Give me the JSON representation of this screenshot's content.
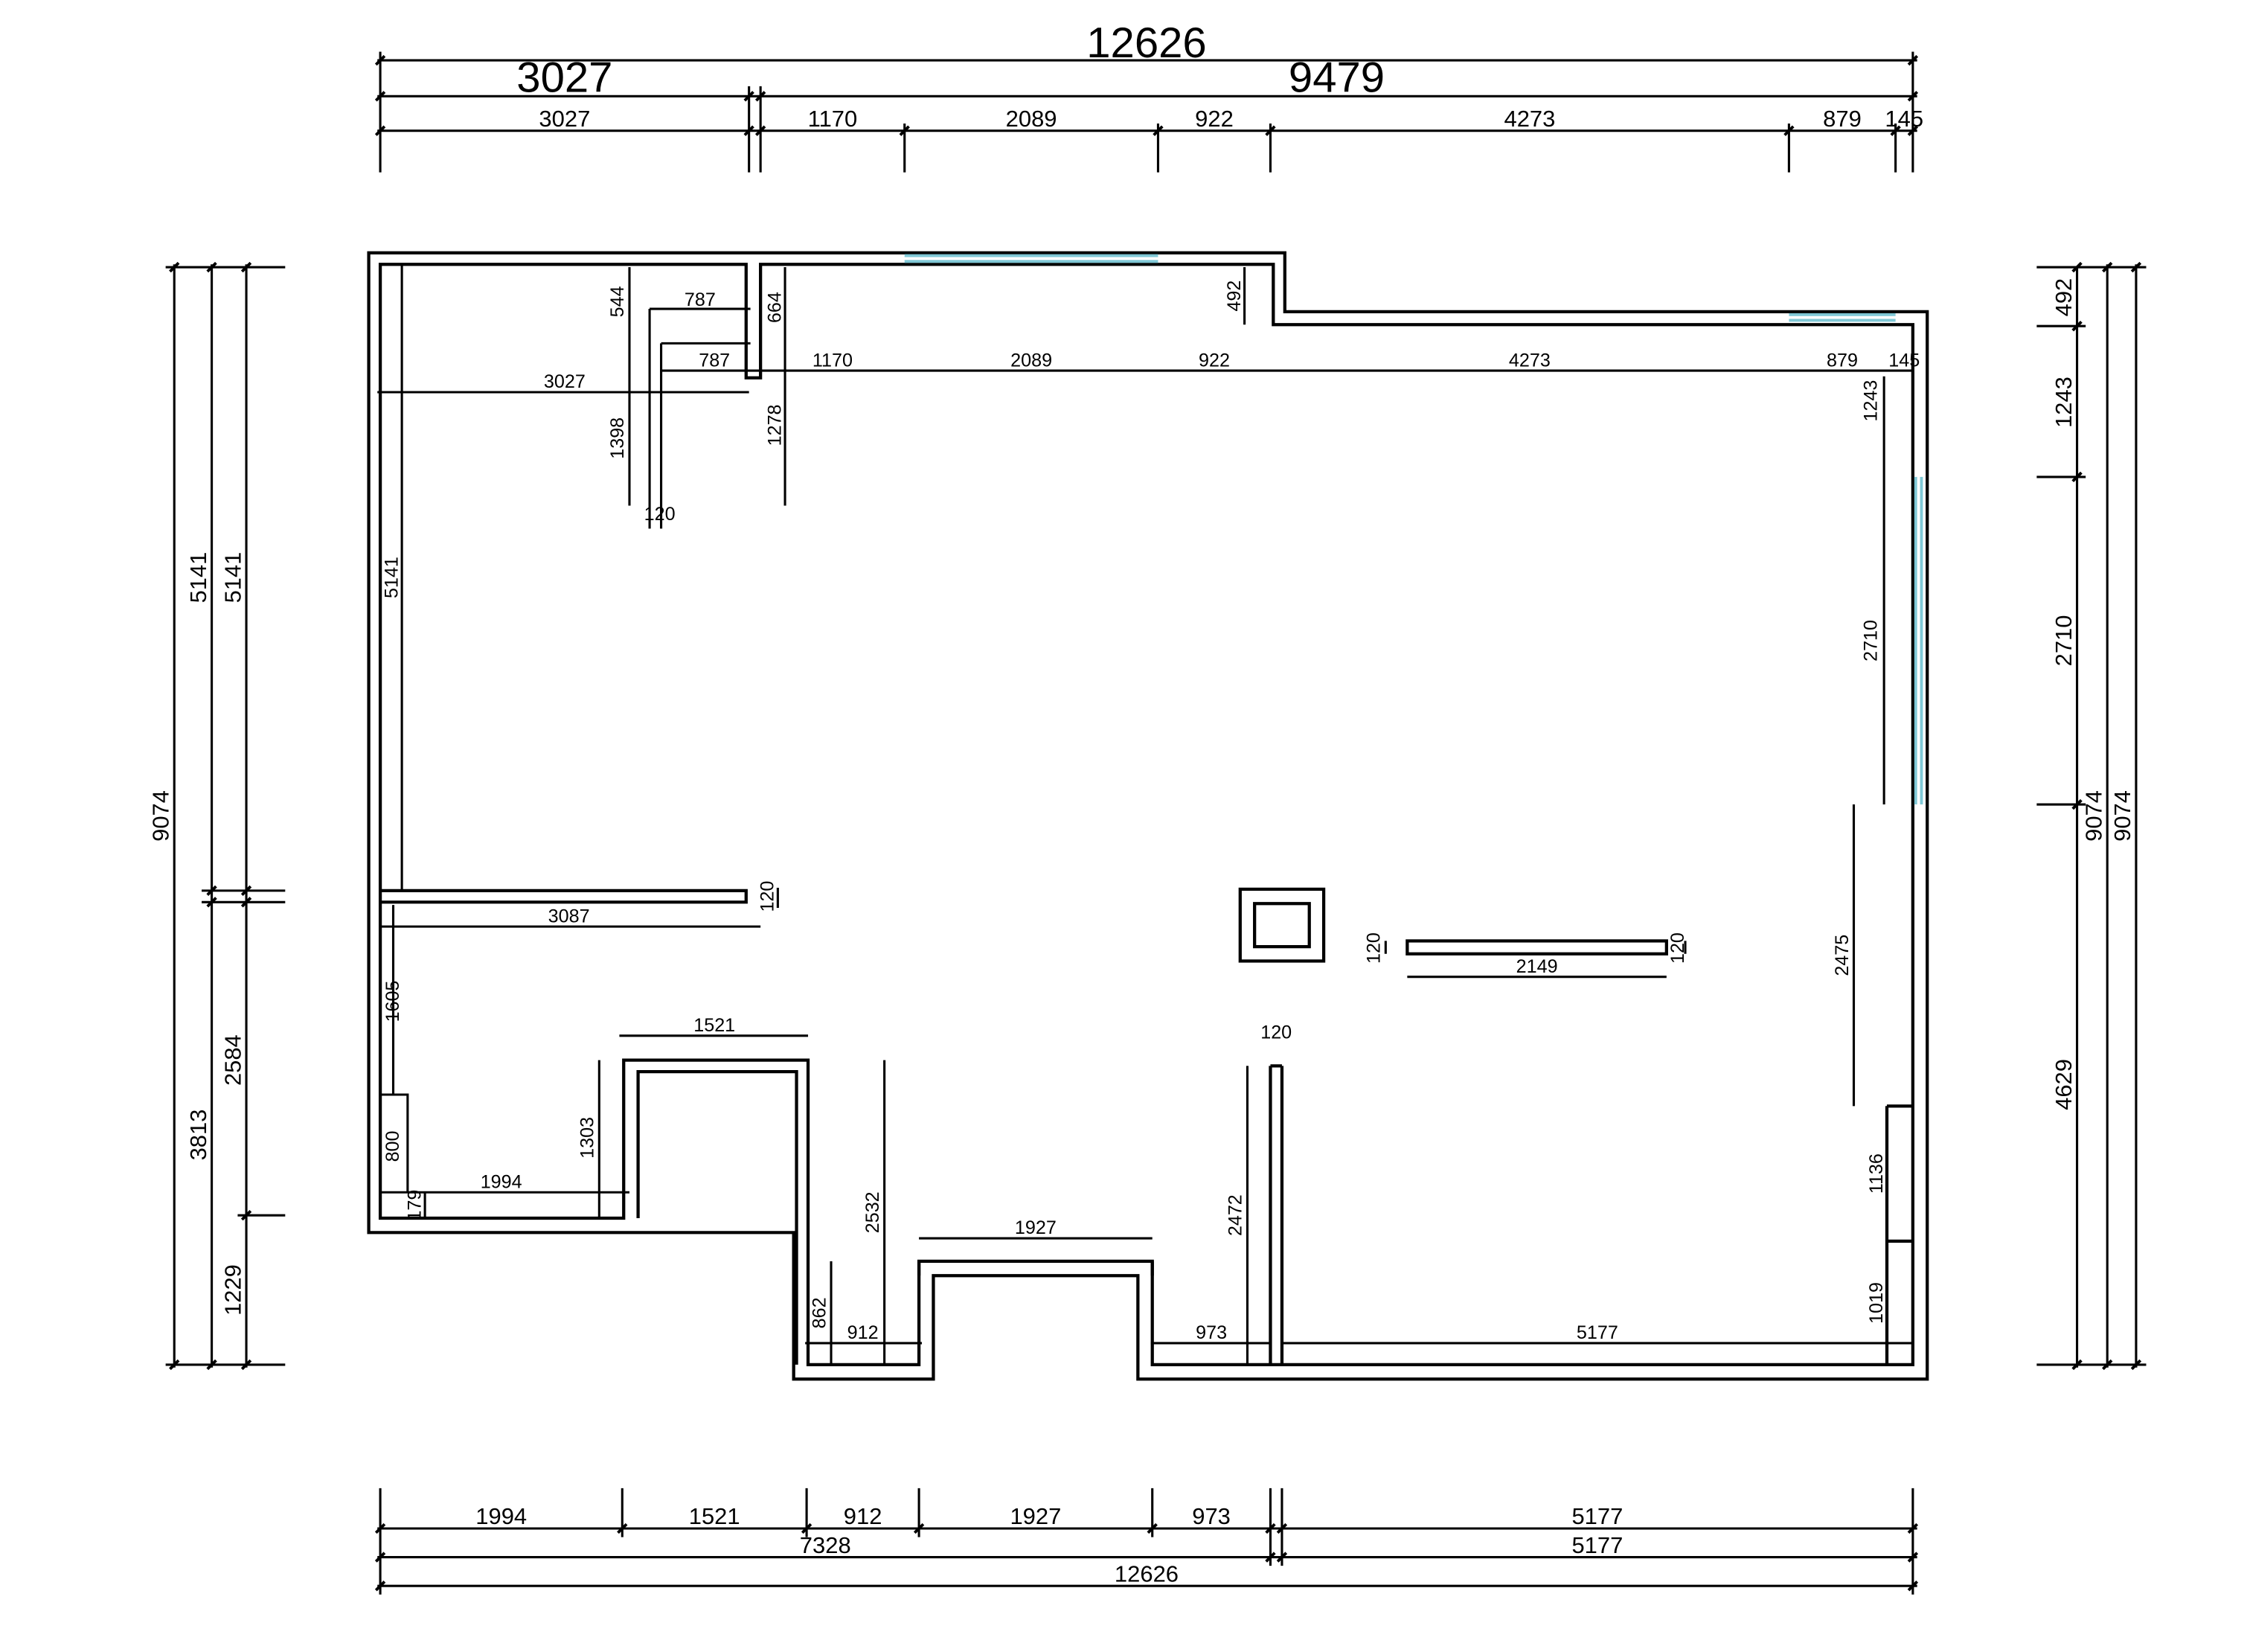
{
  "dims": {
    "top_total": "12626",
    "top_mid": [
      "3027",
      "9479"
    ],
    "top_segs": [
      "3027",
      "1170",
      "2089",
      "922",
      "4273",
      "879",
      "145"
    ],
    "bottom_segs": [
      "1994",
      "1521",
      "912",
      "1927",
      "973",
      "5177"
    ],
    "bottom_mid": [
      "7328",
      "5177"
    ],
    "bottom_total": "12626",
    "left_total": "9074",
    "left_mid": [
      "5141",
      "3813"
    ],
    "left_inner": [
      "5141",
      "2584",
      "1229"
    ],
    "right_segs": [
      "492",
      "1243",
      "2710",
      "4629"
    ],
    "right_total_a": "9074",
    "right_total_b": "9074",
    "in_top_row": [
      "787",
      "1170",
      "2089",
      "922",
      "4273",
      "879",
      "145"
    ],
    "in_3027": "3027",
    "in_787_upper": "787",
    "in_544": "544",
    "in_664": "664",
    "in_492": "492",
    "in_1398": "1398",
    "in_1278": "1278",
    "in_120_a": "120",
    "in_5141": "5141",
    "in_1243": "1243",
    "in_2710": "2710",
    "in_2475": "2475",
    "in_1136": "1136",
    "in_1019": "1019",
    "in_3087": "3087",
    "in_120_b": "120",
    "in_1605": "1605",
    "in_800": "800",
    "in_179": "179",
    "in_1994": "1994",
    "in_1303": "1303",
    "in_1521": "1521",
    "in_2532": "2532",
    "in_862": "862",
    "in_912": "912",
    "in_1927": "1927",
    "in_973": "973",
    "in_2472": "2472",
    "in_120_c": "120",
    "in_5177": "5177",
    "in_2149": "2149",
    "in_120_d": "120",
    "in_120_e": "120"
  }
}
